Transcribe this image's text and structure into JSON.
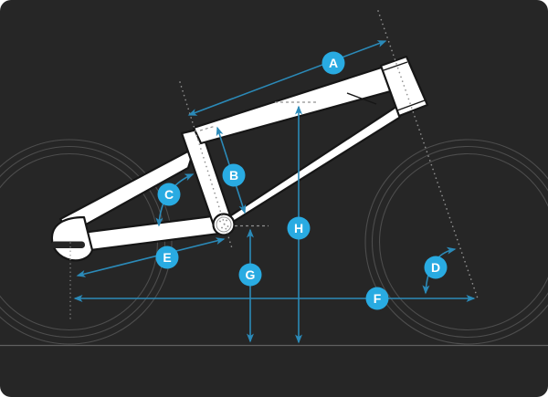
{
  "diagram": {
    "measures": [
      {
        "id": "a",
        "label": "A"
      },
      {
        "id": "b",
        "label": "B"
      },
      {
        "id": "c",
        "label": "C"
      },
      {
        "id": "d",
        "label": "D"
      },
      {
        "id": "e",
        "label": "E"
      },
      {
        "id": "f",
        "label": "F"
      },
      {
        "id": "g",
        "label": "G"
      },
      {
        "id": "h",
        "label": "H"
      }
    ],
    "colors": {
      "background": "#262626",
      "accent_blue": "#29abe2",
      "line_blue": "#2b8ab8",
      "frame_fill": "#ffffff",
      "frame_stroke": "#161616",
      "wheel_gray": "#4d4d4d",
      "ground_gray": "#5f5f5f",
      "guide_gray": "#909090",
      "badge_text": "#ffffff"
    }
  }
}
